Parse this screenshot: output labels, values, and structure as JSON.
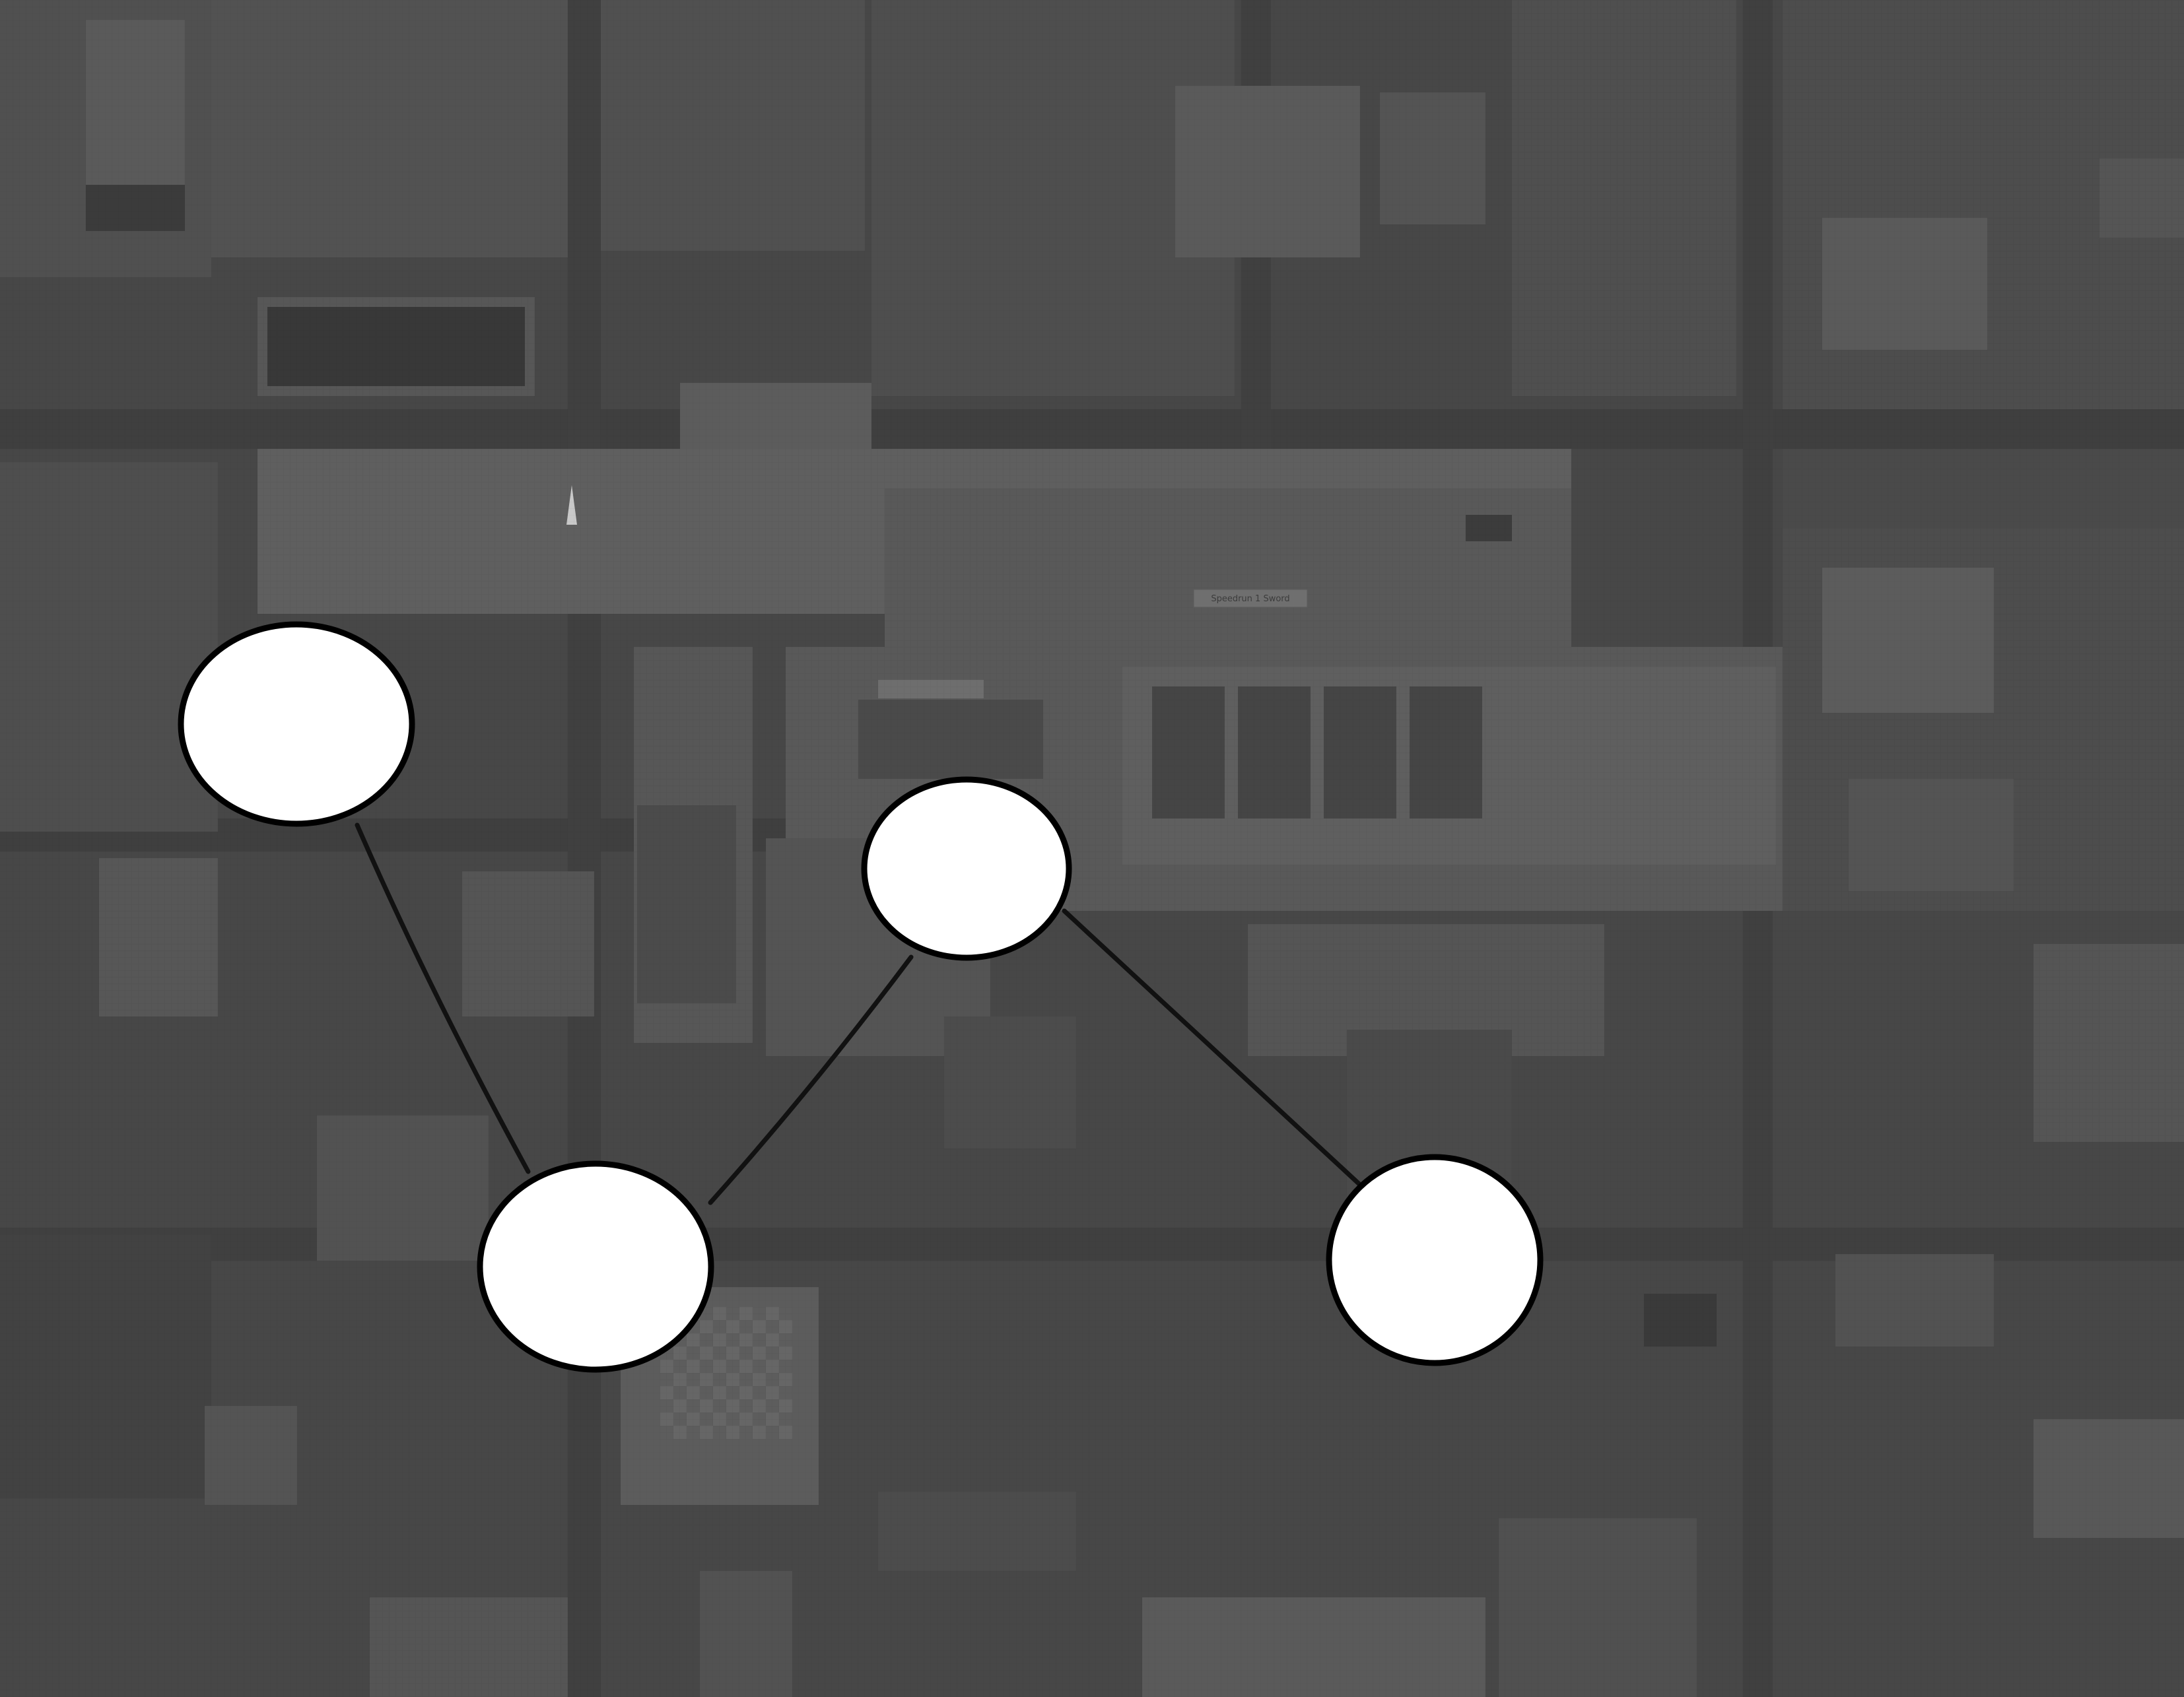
{
  "game": {
    "view": "top-down level map overlay",
    "palette": {
      "background": "#444444",
      "wall": "#505050",
      "floor": "#5a5a5a",
      "block": "#565656",
      "road": "#3e3e3e",
      "node_fill": "#ffffff",
      "node_stroke": "#000000",
      "edge": "#111111"
    },
    "signs": [
      "Speedrun 1 Sword"
    ],
    "graph": {
      "nodes": [
        {
          "id": "node-a"
        },
        {
          "id": "node-b"
        },
        {
          "id": "node-c"
        },
        {
          "id": "node-d"
        }
      ],
      "edges": [
        {
          "from": "node-a",
          "to": "node-b"
        },
        {
          "from": "node-b",
          "to": "node-c"
        },
        {
          "from": "node-c",
          "to": "node-d"
        }
      ]
    }
  }
}
